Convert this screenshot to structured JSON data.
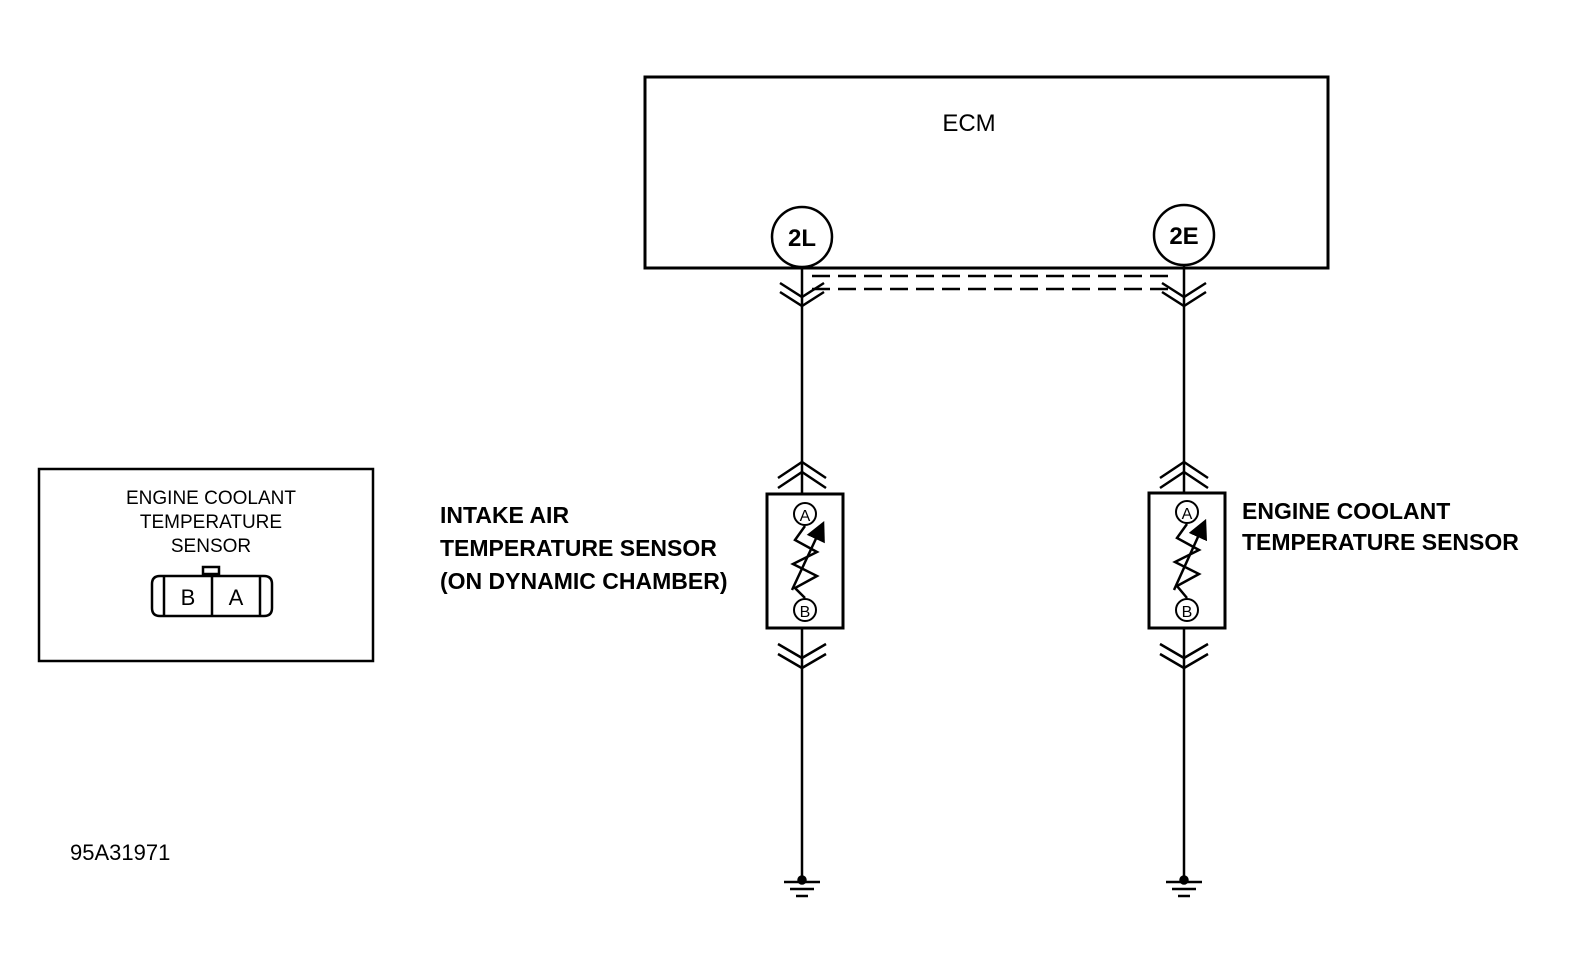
{
  "ecm": {
    "label": "ECM"
  },
  "terminals": {
    "left": "2L",
    "right": "2E"
  },
  "intake_sensor": {
    "line1": "INTAKE AIR",
    "line2": "TEMPERATURE SENSOR",
    "line3": "(ON DYNAMIC CHAMBER)",
    "pin_top": "A",
    "pin_bottom": "B"
  },
  "coolant_sensor": {
    "line1": "ENGINE COOLANT",
    "line2": "TEMPERATURE SENSOR",
    "pin_top": "A",
    "pin_bottom": "B"
  },
  "connector_view": {
    "line1": "ENGINE COOLANT",
    "line2": "TEMPERATURE",
    "line3": "SENSOR",
    "pin_left": "B",
    "pin_right": "A"
  },
  "figure_code": "95A31971"
}
